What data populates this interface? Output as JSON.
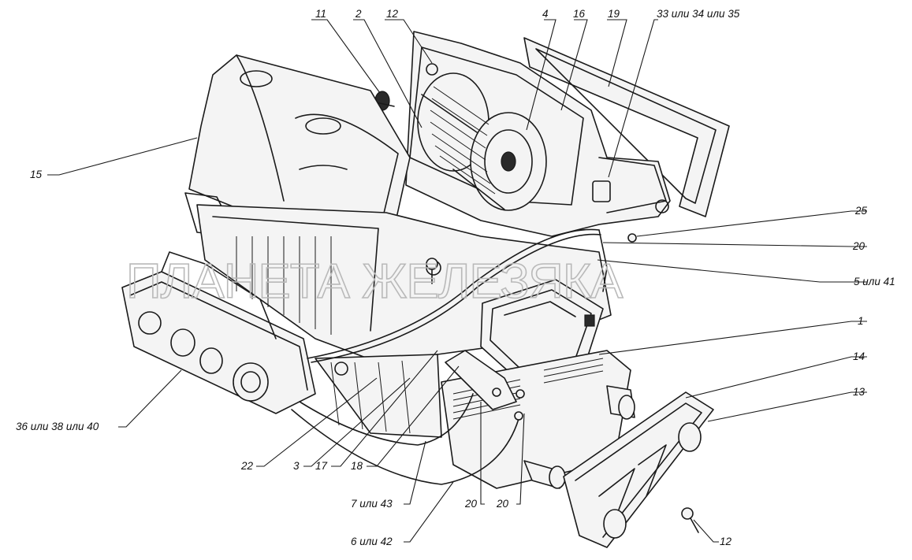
{
  "watermark": "ПЛАНЕТА ЖЕЛЕЗЯКА",
  "callouts": [
    {
      "id": "c-11",
      "text": "11"
    },
    {
      "id": "c-2",
      "text": "2"
    },
    {
      "id": "c-12-top",
      "text": "12"
    },
    {
      "id": "c-4",
      "text": "4"
    },
    {
      "id": "c-16",
      "text": "16"
    },
    {
      "id": "c-19",
      "text": "19"
    },
    {
      "id": "c-33",
      "text": "33 или 34 или 35"
    },
    {
      "id": "c-15",
      "text": "15"
    },
    {
      "id": "c-25",
      "text": "25"
    },
    {
      "id": "c-20-right",
      "text": "20"
    },
    {
      "id": "c-5",
      "text": "5 или 41"
    },
    {
      "id": "c-1",
      "text": "1"
    },
    {
      "id": "c-14",
      "text": "14"
    },
    {
      "id": "c-13",
      "text": "13"
    },
    {
      "id": "c-36",
      "text": "36 или 38 или 40"
    },
    {
      "id": "c-22",
      "text": "22"
    },
    {
      "id": "c-3",
      "text": "3"
    },
    {
      "id": "c-17",
      "text": "17"
    },
    {
      "id": "c-18",
      "text": "18"
    },
    {
      "id": "c-7",
      "text": "7 или 43"
    },
    {
      "id": "c-20-a",
      "text": "20"
    },
    {
      "id": "c-20-b",
      "text": "20"
    },
    {
      "id": "c-6",
      "text": "6 или 42"
    },
    {
      "id": "c-12-bottom",
      "text": "12"
    }
  ]
}
